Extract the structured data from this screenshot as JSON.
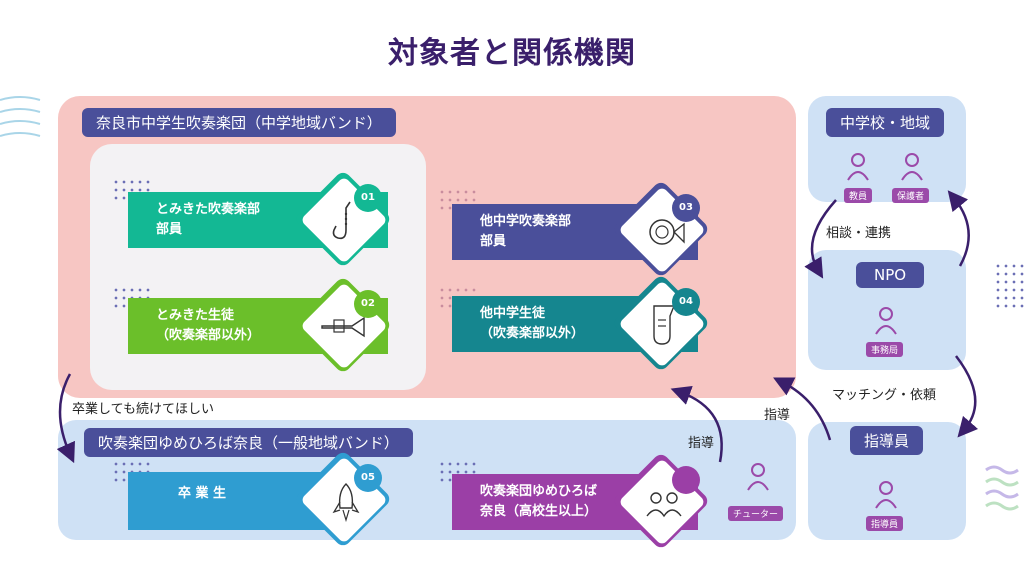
{
  "title": "対象者と関係機関",
  "groups": {
    "city_band": "奈良市中学生吹奏楽団（中学地域バンド）",
    "general_band": "吹奏楽団ゆめひろば奈良（一般地域バンド）",
    "school": "中学校・地域",
    "npo": "NPO",
    "instructor": "指導員"
  },
  "cards": [
    {
      "num": "01",
      "line1": "とみきた吹奏楽部",
      "line2": "部員",
      "icon": "saxophone-icon",
      "color": "#13b894"
    },
    {
      "num": "02",
      "line1": "とみきた生徒",
      "line2": "（吹奏楽部以外）",
      "icon": "trumpet-icon",
      "color": "#6bbf2a"
    },
    {
      "num": "03",
      "line1": "他中学吹奏楽部",
      "line2": "部員",
      "icon": "horn-icon",
      "color": "#4a4f9a"
    },
    {
      "num": "04",
      "line1": "他中学生徒",
      "line2": "（吹奏楽部以外）",
      "icon": "tuba-icon",
      "color": "#15868f"
    },
    {
      "num": "05",
      "line1": "卒 業 生",
      "line2": "",
      "icon": "rocket-icon",
      "color": "#2f9dd1"
    },
    {
      "num": "",
      "line1": "吹奏楽団ゆめひろば",
      "line2": "奈良（高校生以上）",
      "icon": "people-icon",
      "color": "#9b3fa6"
    }
  ],
  "people": {
    "teacher": "教員",
    "guardian": "保護者",
    "office": "事務局",
    "instructor": "指導員",
    "tutor": "チューター"
  },
  "arrows": {
    "consult": "相談・連携",
    "matching": "マッチング・依頼",
    "guide1": "指導",
    "guide2": "指導",
    "graduate": "卒業しても続けてほしい"
  },
  "colors": {
    "accent": "#4a4f9a",
    "person": "#9b4aa9",
    "pink_panel": "#f7c6c3",
    "blue_panel": "#cfe1f5"
  }
}
